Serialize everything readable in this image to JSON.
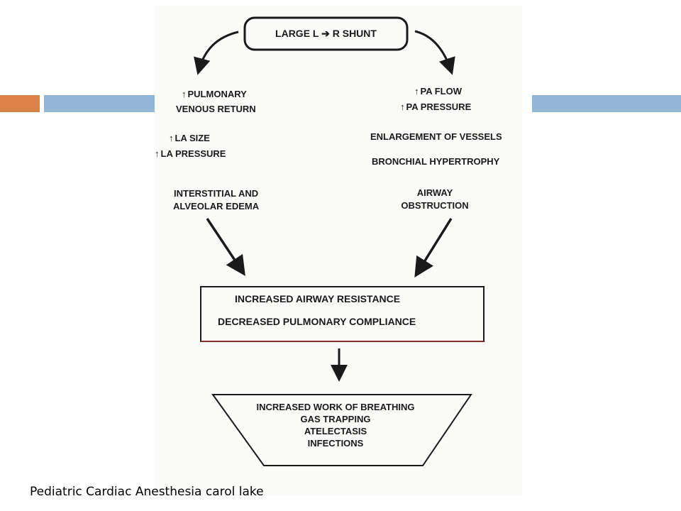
{
  "slide": {
    "colors": {
      "accent_orange": "#d9834a",
      "accent_blue": "#94b6d6"
    },
    "caption": "Pediatric Cardiac Anesthesia carol lake"
  },
  "diagram": {
    "top_box": "LARGE L ➔ R SHUNT",
    "left_branch": {
      "pulmonary_line1": "PULMONARY",
      "pulmonary_line2": "VENOUS RETURN",
      "la_size": "LA SIZE",
      "la_pressure": "LA PRESSURE",
      "edema_line1": "INTERSTITIAL AND",
      "edema_line2": "ALVEOLAR EDEMA"
    },
    "right_branch": {
      "pa_flow": "PA FLOW",
      "pa_pressure": "PA PRESSURE",
      "vessels": "ENLARGEMENT OF VESSELS",
      "bronchial": "BRONCHIAL HYPERTROPHY",
      "airway_line1": "AIRWAY",
      "airway_line2": "OBSTRUCTION"
    },
    "up_arrow": "↑",
    "middle_box": {
      "line1": "INCREASED AIRWAY RESISTANCE",
      "line2": "DECREASED PULMONARY COMPLIANCE"
    },
    "bottom_box": {
      "line1": "INCREASED WORK OF BREATHING",
      "line2": "GAS TRAPPING",
      "line3": "ATELECTASIS",
      "line4": "INFECTIONS"
    }
  }
}
